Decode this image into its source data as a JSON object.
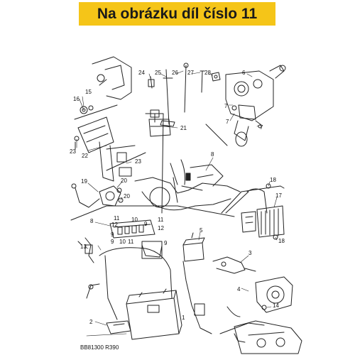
{
  "banner": {
    "text": "Na obrázku díl číslo 11",
    "color": "#f5c518"
  },
  "diagram_ref": "BB81300 R390",
  "callouts": [
    "1",
    "2",
    "3",
    "4",
    "5",
    "6",
    "7",
    "8",
    "9",
    "10",
    "11",
    "12",
    "13",
    "14",
    "15",
    "16",
    "17",
    "18",
    "19",
    "20",
    "21",
    "22",
    "23",
    "24",
    "25",
    "26",
    "27",
    "28"
  ]
}
